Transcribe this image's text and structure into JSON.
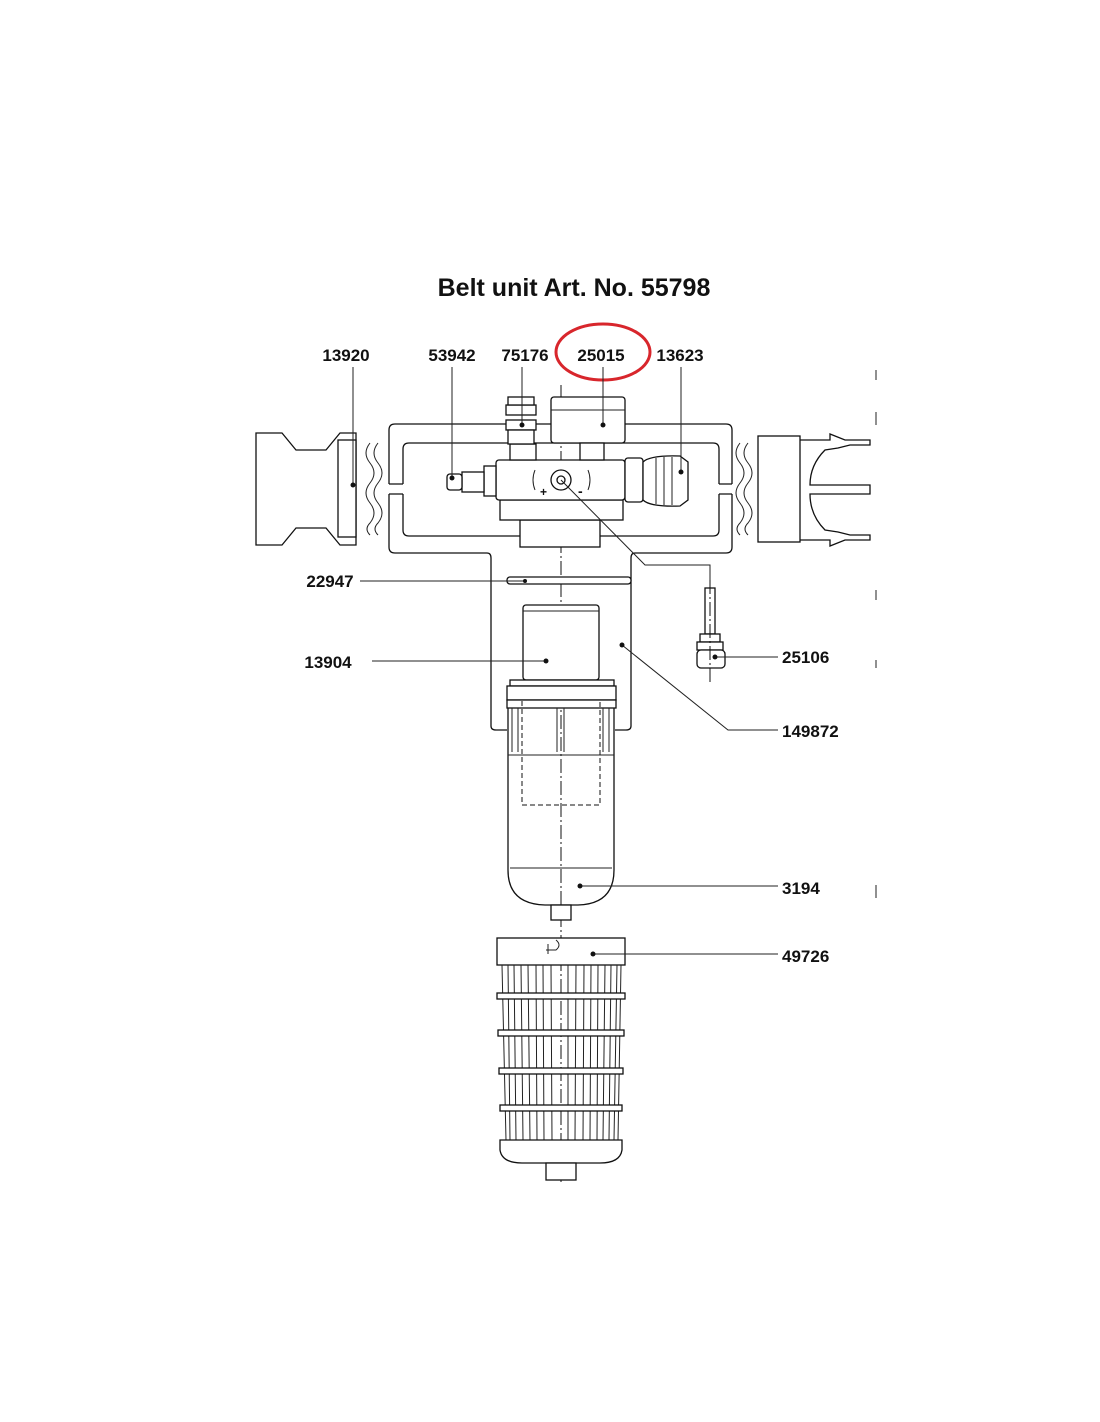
{
  "title": "Belt unit Art. No. 55798",
  "highlight_color": "#d8262c",
  "highlighted_part": "25015",
  "parts": {
    "p13920": "13920",
    "p53942": "53942",
    "p75176": "75176",
    "p25015": "25015",
    "p13623": "13623",
    "p22947": "22947",
    "p13904": "13904",
    "p25106": "25106",
    "p149872": "149872",
    "p3194": "3194",
    "p49726": "49726"
  }
}
